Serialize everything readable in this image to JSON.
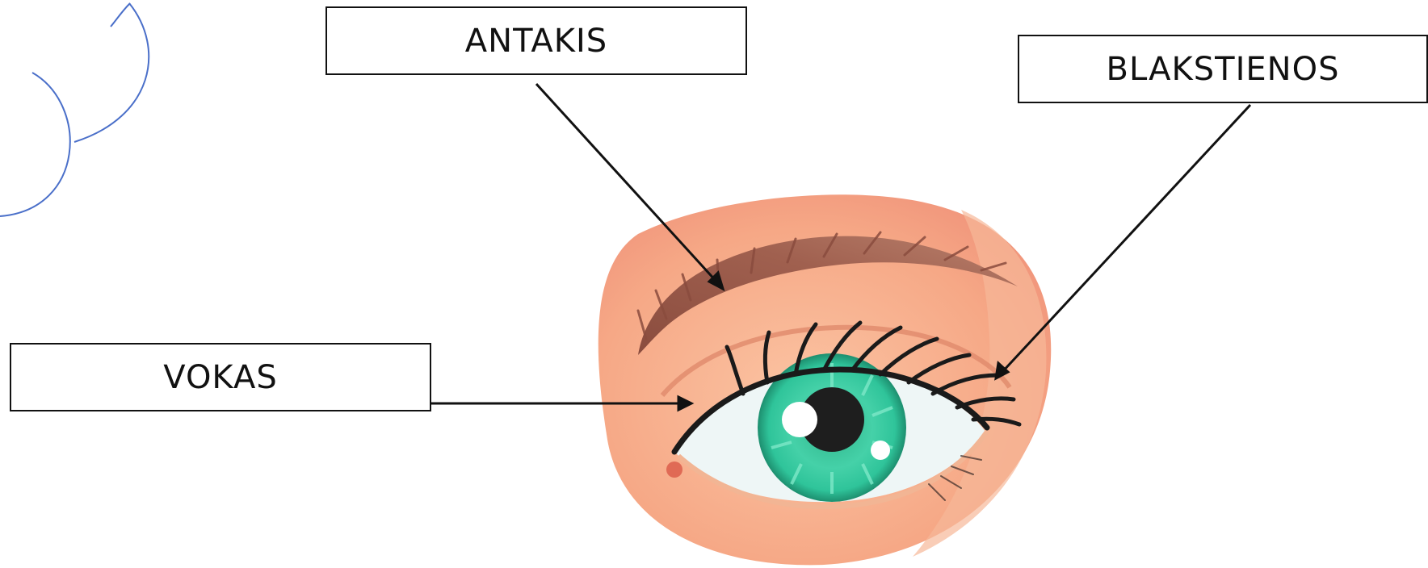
{
  "labels": {
    "antakis": "ANTAKIS",
    "blakstienos": "BLAKSTIENOS",
    "vokas": "VOKAS"
  },
  "colors": {
    "skin": "#f4a07f",
    "skin_light": "#fbc9a9",
    "eyebrow": "#9c5b4b",
    "lash": "#1a1a1a",
    "iris": "#2fc49a",
    "iris_light": "#6fe3c3",
    "pupil": "#1e1e1e",
    "sclera": "#eef6f6",
    "decor_arc": "#4a6fc9"
  }
}
